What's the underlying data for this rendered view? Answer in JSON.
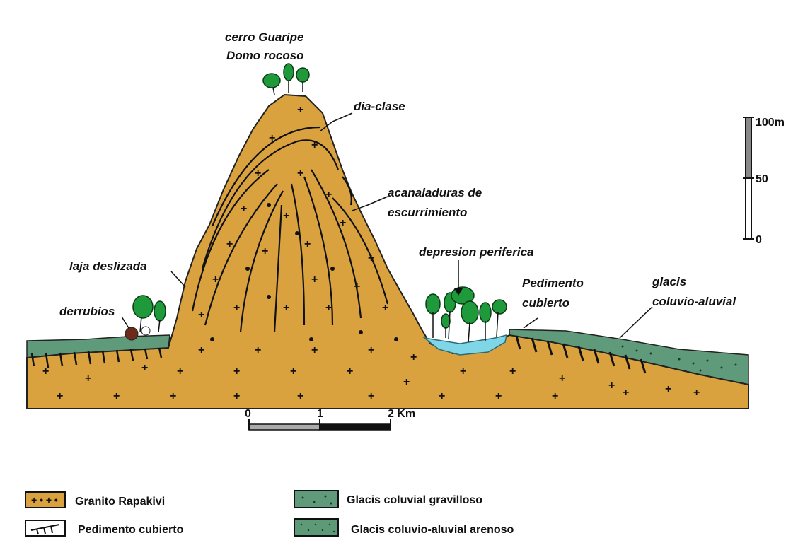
{
  "labels": {
    "peak_name": "cerro Guaripe",
    "peak_type": "Domo rocoso",
    "diaclase": "dia-clase",
    "acanaladuras_1": "acanaladuras de",
    "acanaladuras_2": "escurrimiento",
    "depresion": "depresion periferica",
    "laja": "laja deslizada",
    "derrubios": "derrubios",
    "pedimento_1": "Pedimento",
    "pedimento_2": "cubierto",
    "glacis_1": "glacis",
    "glacis_2": "coluvio-aluvial"
  },
  "vertical_scale": {
    "top": "100m",
    "mid": "50",
    "bottom": "0"
  },
  "horizontal_scale": {
    "start": "0",
    "mid": "1",
    "end": "2 Km"
  },
  "legend": [
    {
      "label": "Granito Rapakivi",
      "pattern": "granite",
      "color": "#d9a23e"
    },
    {
      "label": "Pedimento cubierto",
      "pattern": "pediment",
      "color": "#ffffff"
    },
    {
      "label": "Glacis coluvial gravilloso",
      "pattern": "glacis-gravel",
      "color": "#5f9a7a"
    },
    {
      "label": "Glacis coluvio-aluvial arenoso",
      "pattern": "glacis-sand",
      "color": "#5c9a78"
    }
  ],
  "colors": {
    "granite": "#d9a23e",
    "glacis": "#5f9a7a",
    "water": "#7fd6e6",
    "tree": "#1f9a3a",
    "boulder": "#6b2a1a"
  }
}
